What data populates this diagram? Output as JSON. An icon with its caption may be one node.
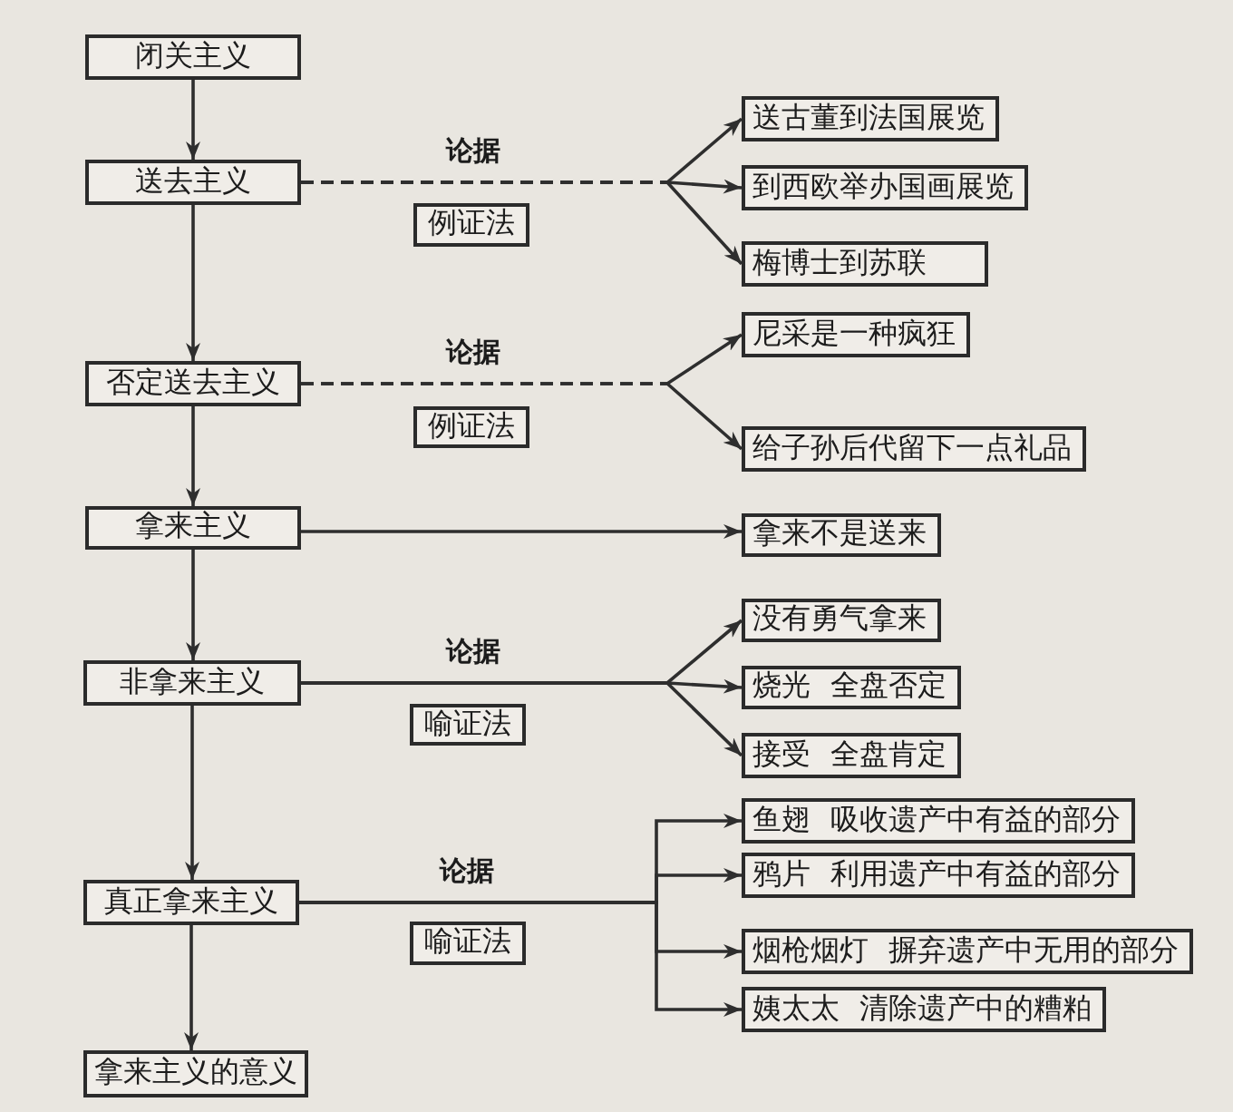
{
  "diagram": {
    "nodes": [
      {
        "text": [
          "闭关主义"
        ]
      },
      {
        "text": [
          "送去主义"
        ]
      },
      {
        "text": [
          "否定送去主义"
        ]
      },
      {
        "text": [
          "拿来主义"
        ]
      },
      {
        "text": [
          "非拿来主义"
        ]
      },
      {
        "text": [
          "真正拿来主义"
        ]
      },
      {
        "text": [
          "拿来主义的意义"
        ]
      },
      {
        "text": [
          "例证法"
        ]
      },
      {
        "text": [
          "例证法"
        ]
      },
      {
        "text": [
          "喻证法"
        ]
      },
      {
        "text": [
          "喻证法"
        ]
      },
      {
        "text": [
          "送古董到法国展览"
        ]
      },
      {
        "text": [
          "到西欧举办国画展览"
        ]
      },
      {
        "text": [
          "梅博士到苏联"
        ]
      },
      {
        "text": [
          "尼采是一种疯狂"
        ]
      },
      {
        "text": [
          "给子孙后代留下一点礼品"
        ]
      },
      {
        "text": [
          "拿来不是送来"
        ]
      },
      {
        "text": [
          "没有勇气拿来"
        ]
      },
      {
        "text": [
          "烧光 全盘否定"
        ]
      },
      {
        "text": [
          "接受 全盘肯定"
        ]
      },
      {
        "text": [
          "鱼翅 吸收遗产中有益的部分"
        ]
      },
      {
        "text": [
          "鸦片 利用遗产中有益的部分"
        ]
      },
      {
        "text": [
          "烟枪烟灯 摒弃遗产中无用的部分"
        ]
      },
      {
        "text": [
          "姨太太 清除遗产中的糟粕"
        ]
      }
    ],
    "edges": [
      {
        "from": 0,
        "to": 1,
        "arrow": "to"
      },
      {
        "from": 1,
        "to": 2,
        "arrow": "to"
      },
      {
        "from": 2,
        "to": 3,
        "arrow": "to"
      },
      {
        "from": 3,
        "to": 4,
        "arrow": "to"
      },
      {
        "from": 4,
        "to": 5,
        "arrow": "to"
      },
      {
        "from": 5,
        "to": 6,
        "arrow": "to"
      },
      {
        "from": 1,
        "to": 11,
        "arrow": "to",
        "label": "论据",
        "style": "dashed"
      },
      {
        "from": 1,
        "to": 12,
        "arrow": "to",
        "style": "dashed"
      },
      {
        "from": 1,
        "to": 13,
        "arrow": "to",
        "style": "dashed"
      },
      {
        "from": 2,
        "to": 14,
        "arrow": "to",
        "label": "论据",
        "style": "dashed"
      },
      {
        "from": 2,
        "to": 15,
        "arrow": "to",
        "style": "dashed"
      },
      {
        "from": 3,
        "to": 16,
        "arrow": "to"
      },
      {
        "from": 4,
        "to": 17,
        "arrow": "to",
        "label": "论据"
      },
      {
        "from": 4,
        "to": 18,
        "arrow": "to"
      },
      {
        "from": 4,
        "to": 19,
        "arrow": "to"
      },
      {
        "from": 5,
        "to": 20,
        "arrow": "to",
        "label": "论据"
      },
      {
        "from": 5,
        "to": 21,
        "arrow": "to"
      },
      {
        "from": 5,
        "to": 22,
        "arrow": "to"
      },
      {
        "from": 5,
        "to": 23,
        "arrow": "to"
      }
    ]
  }
}
